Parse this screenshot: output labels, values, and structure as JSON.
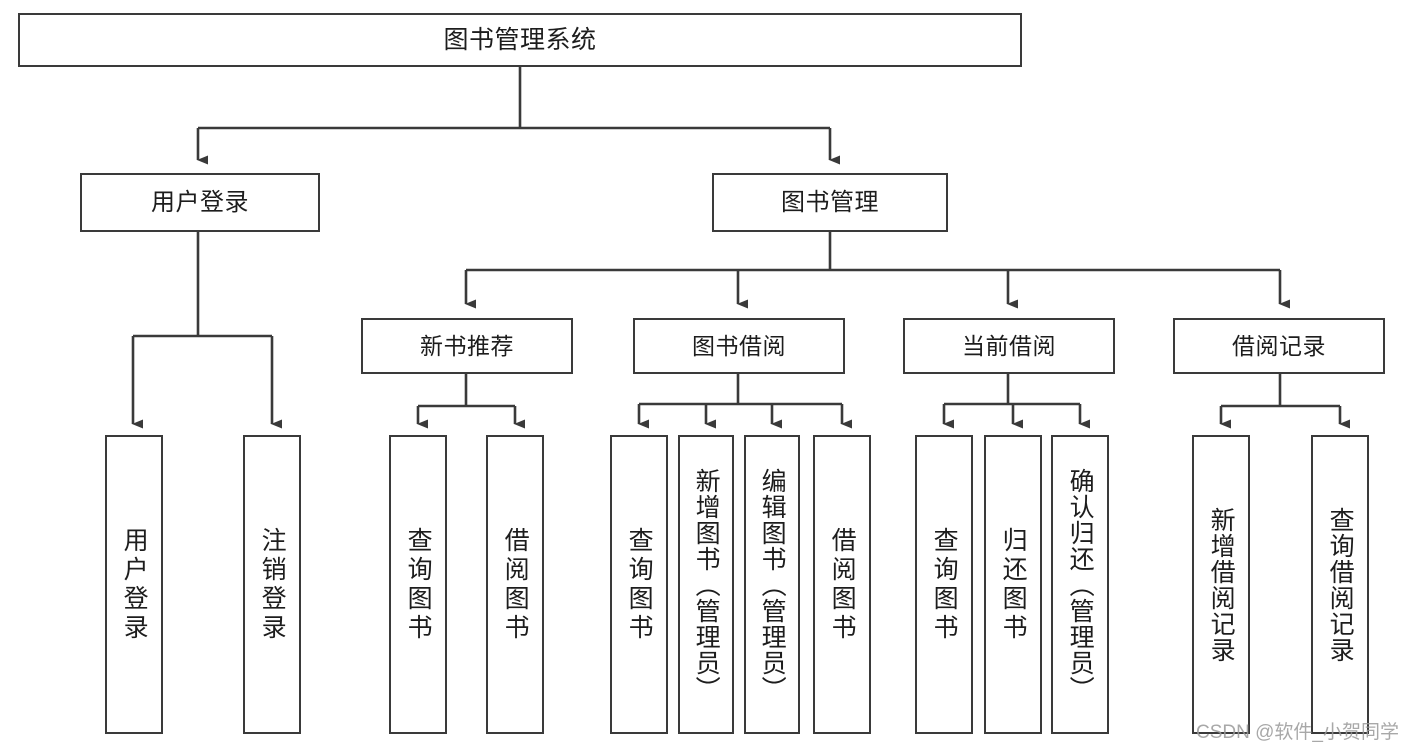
{
  "diagram": {
    "title": "图书管理系统",
    "type": "hierarchy-tree",
    "watermark": "CSDN @软件_小贺同学",
    "edge_color": "#3a3a3a",
    "box_border_color": "#3a3a3a",
    "box_fill_color": "#ffffff",
    "text_color": "#1d1d1d",
    "nodes": {
      "root": {
        "label": "图书管理系统",
        "level": 1
      },
      "level2": [
        {
          "id": "user-login",
          "label": "用户登录"
        },
        {
          "id": "book-manage",
          "label": "图书管理"
        }
      ],
      "level3": [
        {
          "id": "new-book-recommend",
          "label": "新书推荐",
          "parent": "book-manage"
        },
        {
          "id": "book-borrow",
          "label": "图书借阅",
          "parent": "book-manage"
        },
        {
          "id": "current-borrow",
          "label": "当前借阅",
          "parent": "book-manage"
        },
        {
          "id": "borrow-record",
          "label": "借阅记录",
          "parent": "book-manage"
        }
      ],
      "leaves": [
        {
          "id": "leaf-user-login",
          "label": "用户登录",
          "parent": "user-login"
        },
        {
          "id": "leaf-logout-login",
          "label": "注销登录",
          "parent": "user-login"
        },
        {
          "id": "leaf-query-book-1",
          "label": "查询图书",
          "parent": "new-book-recommend"
        },
        {
          "id": "leaf-borrow-book-1",
          "label": "借阅图书",
          "parent": "new-book-recommend"
        },
        {
          "id": "leaf-query-book-2",
          "label": "查询图书",
          "parent": "book-borrow"
        },
        {
          "id": "leaf-add-book",
          "label": "新增图书（管理员）",
          "parent": "book-borrow"
        },
        {
          "id": "leaf-edit-book",
          "label": "编辑图书（管理员）",
          "parent": "book-borrow"
        },
        {
          "id": "leaf-borrow-book-2",
          "label": "借阅图书",
          "parent": "book-borrow"
        },
        {
          "id": "leaf-query-book-3",
          "label": "查询图书",
          "parent": "current-borrow"
        },
        {
          "id": "leaf-return-book",
          "label": "归还图书",
          "parent": "current-borrow"
        },
        {
          "id": "leaf-confirm-return",
          "label": "确认归还（管理员）",
          "parent": "current-borrow"
        },
        {
          "id": "leaf-add-record",
          "label": "新增借阅记录",
          "parent": "borrow-record"
        },
        {
          "id": "leaf-query-record",
          "label": "查询借阅记录",
          "parent": "borrow-record"
        }
      ]
    }
  }
}
